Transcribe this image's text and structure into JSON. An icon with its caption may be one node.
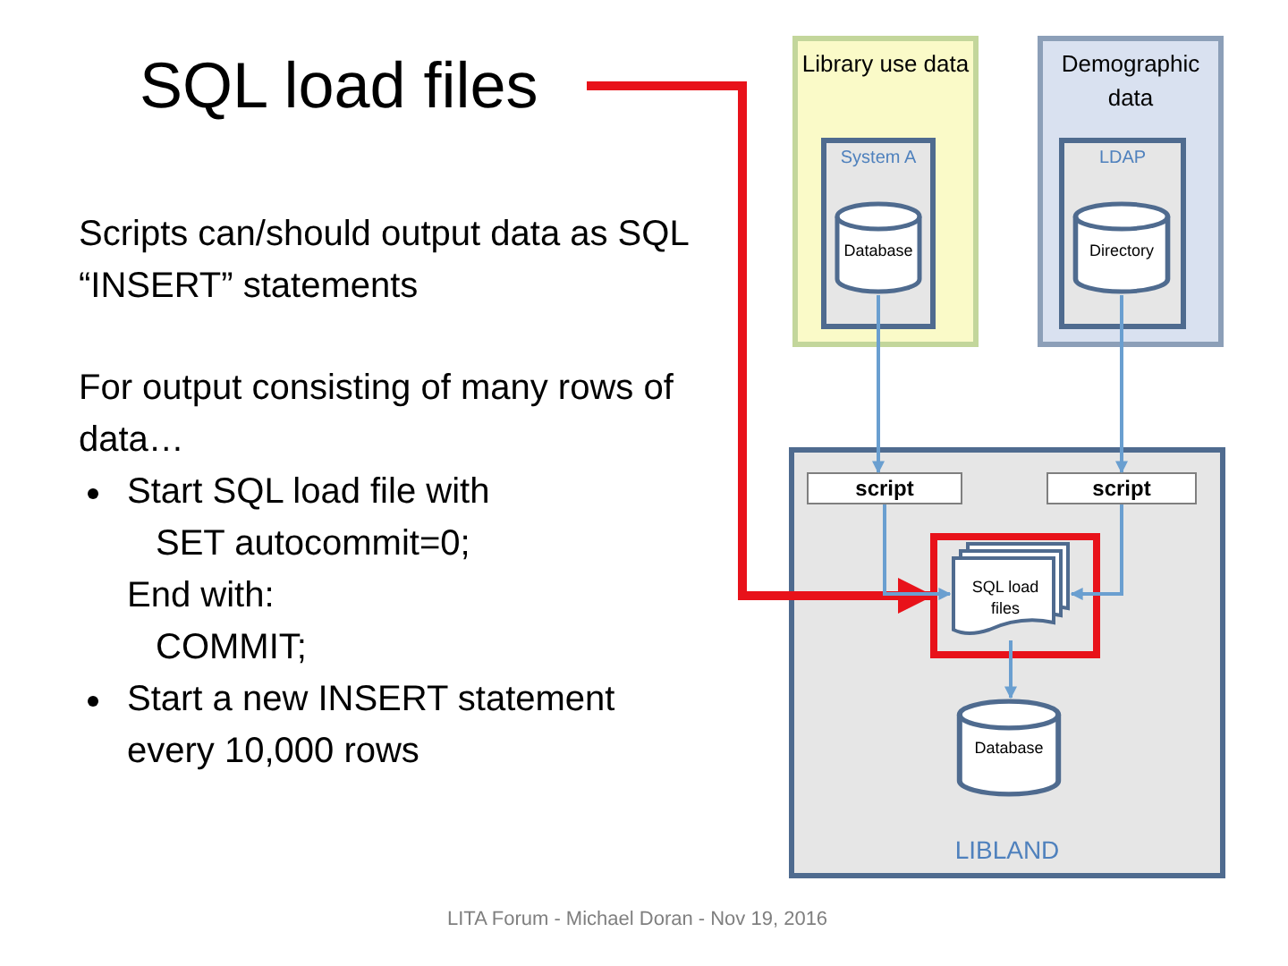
{
  "diagram": {
    "nodes": [
      {
        "text": [
          "SQL load files"
        ]
      },
      {
        "text": [
          "Library use data"
        ]
      },
      {
        "text": [
          "System A"
        ],
        "in": 1
      },
      {
        "text": [
          "Database"
        ],
        "in": 2
      },
      {
        "text": [
          "Demographic data"
        ]
      },
      {
        "text": [
          "LDAP"
        ],
        "in": 4
      },
      {
        "text": [
          "Directory"
        ],
        "in": 5
      },
      {
        "text": [
          "LIBLAND"
        ]
      },
      {
        "text": [
          "script"
        ],
        "in": 7
      },
      {
        "text": [
          "script"
        ],
        "in": 7
      },
      {
        "text": [],
        "shape": "box",
        "in": 7
      },
      {
        "text": [
          "SQL load files"
        ],
        "in": 10
      },
      {
        "text": [
          "Database"
        ],
        "in": 7
      }
    ],
    "edges": [
      {
        "from": 0,
        "to": 10,
        "arrow": "to",
        "style": "thick",
        "color": "#e8121a"
      },
      {
        "from": 3,
        "to": 8,
        "arrow": "to"
      },
      {
        "from": 6,
        "to": 9,
        "arrow": "to"
      },
      {
        "from": 8,
        "to": 11,
        "arrow": "to"
      },
      {
        "from": 9,
        "to": 11,
        "arrow": "to"
      },
      {
        "from": 11,
        "to": 12,
        "arrow": "to"
      }
    ],
    "labels": [
      "Scripts can/should output data as SQL “INSERT” statements",
      "For output consisting of many rows of data…",
      "Start SQL load file with",
      "SET autocommit=0;",
      "End with:",
      "COMMIT;",
      "Start a new INSERT statement every 10,000 rows",
      "LITA Forum  -  Michael Doran  -  Nov 19, 2016"
    ]
  }
}
